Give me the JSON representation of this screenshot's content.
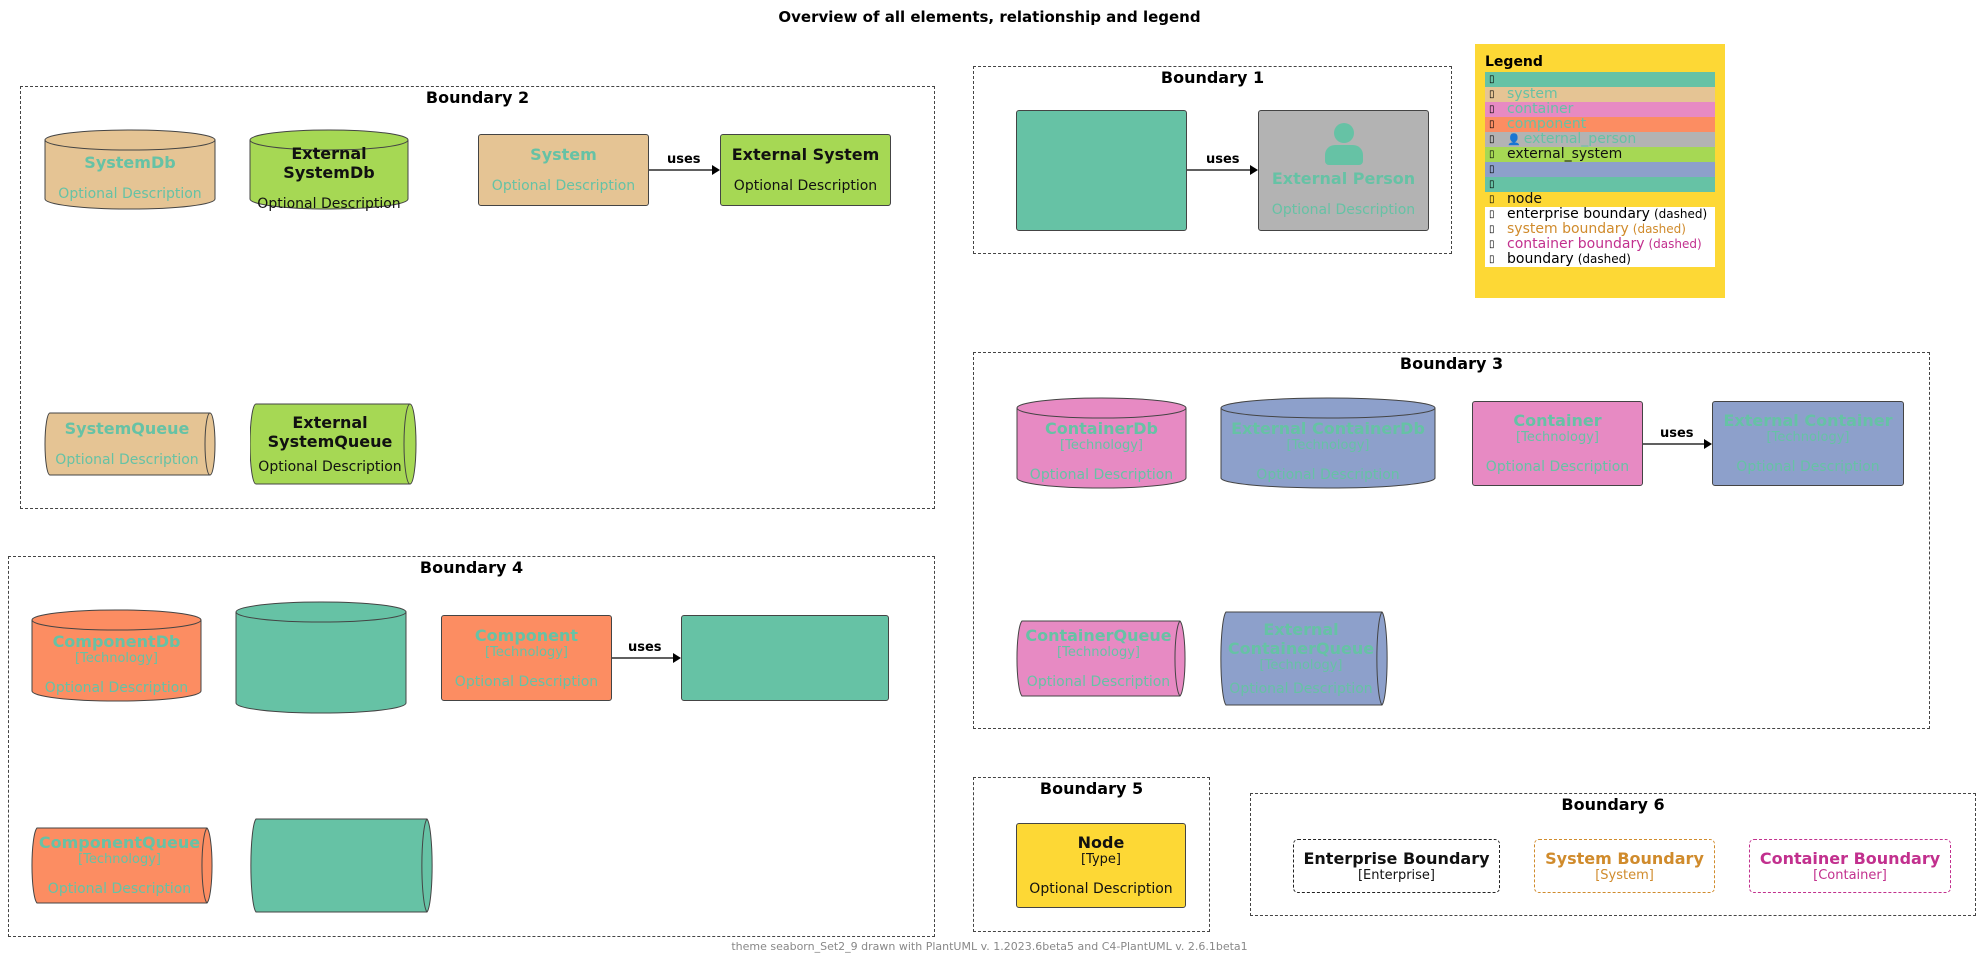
{
  "title": "Overview of all elements, relationship and legend",
  "footer": "theme seaborn_Set2_9 drawn with PlantUML v. 1.2023.6beta5 and C4-PlantUML v. 2.6.1beta1",
  "colors": {
    "system": "#e5c494",
    "external_system": "#a6d854",
    "container": "#e78ac3",
    "external_container": "#8da0cb",
    "component": "#fc8d62",
    "person": "#66c2a5",
    "external_person": "#b3b3b3",
    "node": "#fdd835",
    "legend_bg": "#fdd835",
    "label_teal": "#66c2a5",
    "system_boundary": "#d08b2c",
    "container_boundary": "#c2308e"
  },
  "relation_label": "uses",
  "boundaries": {
    "b1": "Boundary 1",
    "b2": "Boundary 2",
    "b3": "Boundary 3",
    "b4": "Boundary 4",
    "b5": "Boundary 5",
    "b6": "Boundary 6"
  },
  "b1": {
    "external_person": {
      "name": "External Person",
      "desc": "Optional Description",
      "icon": "person-icon"
    }
  },
  "b2": {
    "system_db": {
      "name": "SystemDb",
      "desc": "Optional Description"
    },
    "ext_system_db": {
      "name": "External SystemDb",
      "desc": "Optional Description"
    },
    "system": {
      "name": "System",
      "desc": "Optional Description"
    },
    "ext_system": {
      "name": "External System",
      "desc": "Optional Description"
    },
    "system_queue": {
      "name": "SystemQueue",
      "desc": "Optional Description"
    },
    "ext_system_queue": {
      "name_line1": "External",
      "name_line2": "SystemQueue",
      "desc": "Optional Description"
    }
  },
  "b3": {
    "container_db": {
      "name": "ContainerDb",
      "tech": "[Technology]",
      "desc": "Optional Description"
    },
    "ext_container_db": {
      "name": "External ContainerDb",
      "tech": "[Technology]",
      "desc": "Optional Description"
    },
    "container": {
      "name": "Container",
      "tech": "[Technology]",
      "desc": "Optional Description"
    },
    "ext_container": {
      "name": "External Container",
      "tech": "[Technology]",
      "desc": "Optional Description"
    },
    "container_queue": {
      "name": "ContainerQueue",
      "tech": "[Technology]",
      "desc": "Optional Description"
    },
    "ext_container_queue": {
      "name_line1": "External",
      "name_line2": "ContainerQueue",
      "tech": "[Technology]",
      "desc": "Optional Description"
    }
  },
  "b4": {
    "component_db": {
      "name": "ComponentDb",
      "tech": "[Technology]",
      "desc": "Optional Description"
    },
    "component": {
      "name": "Component",
      "tech": "[Technology]",
      "desc": "Optional Description"
    },
    "component_queue": {
      "name": "ComponentQueue",
      "tech": "[Technology]",
      "desc": "Optional Description"
    }
  },
  "b5": {
    "node": {
      "name": "Node",
      "type": "[Type]",
      "desc": "Optional Description"
    }
  },
  "b6": {
    "enterprise": {
      "name": "Enterprise Boundary",
      "type": "[Enterprise]"
    },
    "system": {
      "name": "System Boundary",
      "type": "[System]"
    },
    "container": {
      "name": "Container Boundary",
      "type": "[Container]"
    }
  },
  "legend": {
    "title": "Legend",
    "rows": [
      {
        "label": "",
        "note": "",
        "bg": "#66c2a5",
        "fg": "#66c2a5"
      },
      {
        "label": "system",
        "note": "",
        "bg": "#e5c494",
        "fg": "#66c2a5"
      },
      {
        "label": "container",
        "note": "",
        "bg": "#e78ac3",
        "fg": "#66c2a5"
      },
      {
        "label": "component",
        "note": "",
        "bg": "#fc8d62",
        "fg": "#66c2a5"
      },
      {
        "label": "external_person",
        "note": "",
        "bg": "#b3b3b3",
        "fg": "#66c2a5",
        "icon": "person-icon"
      },
      {
        "label": "external_system",
        "note": "",
        "bg": "#a6d854",
        "fg": "#111111"
      },
      {
        "label": "",
        "note": "",
        "bg": "#8da0cb",
        "fg": "#66c2a5"
      },
      {
        "label": "",
        "note": "",
        "bg": "#66c2a5",
        "fg": "#66c2a5"
      },
      {
        "label": "node",
        "note": "",
        "bg": "#fdd835",
        "fg": "#111111"
      },
      {
        "label": "enterprise boundary",
        "note": "(dashed)",
        "bg": "#ffffff",
        "fg": "#000000"
      },
      {
        "label": "system boundary",
        "note": "(dashed)",
        "bg": "#ffffff",
        "fg": "#d08b2c"
      },
      {
        "label": "container boundary",
        "note": "(dashed)",
        "bg": "#ffffff",
        "fg": "#c2308e"
      },
      {
        "label": "boundary",
        "note": "(dashed)",
        "bg": "#ffffff",
        "fg": "#000000"
      }
    ]
  }
}
